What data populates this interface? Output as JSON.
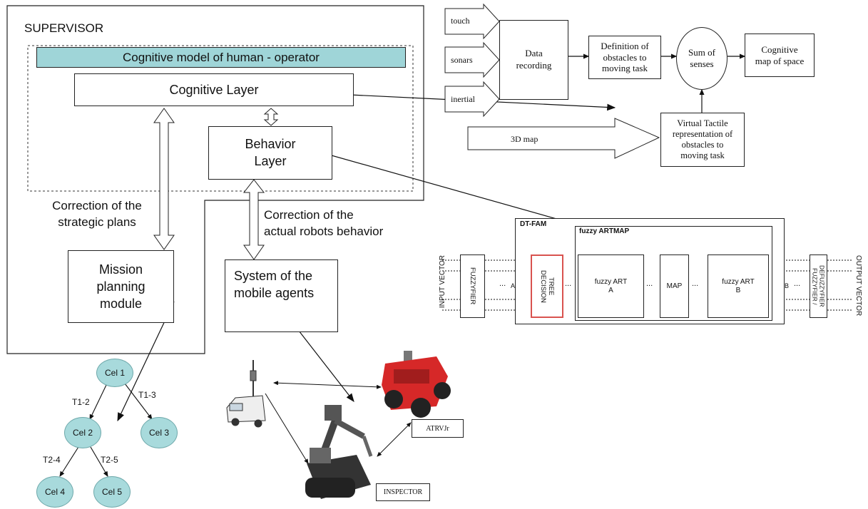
{
  "supervisor": {
    "title": "SUPERVISOR",
    "cognitive_model": "Cognitive model of human - operator",
    "cognitive_layer": "Cognitive Layer",
    "behavior_layer": [
      "Behavior",
      "Layer"
    ],
    "correction_strategic": [
      "Correction of the",
      "strategic plans"
    ],
    "correction_behavior": [
      "Correction of the",
      "actual robots behavior"
    ],
    "mission_module": [
      "Mission",
      "planning",
      "module"
    ],
    "mobile_agents": [
      "System of the",
      "mobile agents"
    ]
  },
  "sensing": {
    "inputs": [
      "touch",
      "sonars",
      "inertial"
    ],
    "data_recording": [
      "Data",
      "recording"
    ],
    "definition": [
      "Definition of",
      "obstacles to",
      "moving task"
    ],
    "sum_of_senses": [
      "Sum of",
      "senses"
    ],
    "cognitive_map": [
      "Cognitive",
      "map of space"
    ],
    "map3d": "3D map",
    "virtual_tactile": [
      "Virtual Tactile",
      "representation of",
      "obstacles to",
      "moving task"
    ]
  },
  "dtfam": {
    "title": "DT-FAM",
    "artmap_title": "fuzzy ARTMAP",
    "input_vector": "INPUT VECTOR",
    "output_vector": "OUTPUT VECTOR",
    "fuzzyfier": "FUZZYFIER",
    "decision_tree": [
      "DECISION",
      "TREE"
    ],
    "fuzzy_art_a": [
      "fuzzy ART",
      "A"
    ],
    "map": "MAP",
    "fuzzy_art_b": [
      "fuzzy ART",
      "B"
    ],
    "defuzzyfier": [
      "FUZZYFIER /",
      "DEFUZZYFIER"
    ],
    "label_a": "A",
    "label_b": "B",
    "dots": "..."
  },
  "tree": {
    "nodes": [
      "Cel 1",
      "Cel 2",
      "Cel 3",
      "Cel 4",
      "Cel 5"
    ],
    "edges": [
      "T1-2",
      "T1-3",
      "T2-4",
      "T2-5"
    ]
  },
  "robots": {
    "atrv": "ATRVJr",
    "inspector": "INSPECTOR"
  },
  "colors": {
    "cognitive_model_fill": "#9fd5d8",
    "tree_node_fill": "#a8dadc",
    "decision_tree_border": "#d9534f"
  }
}
